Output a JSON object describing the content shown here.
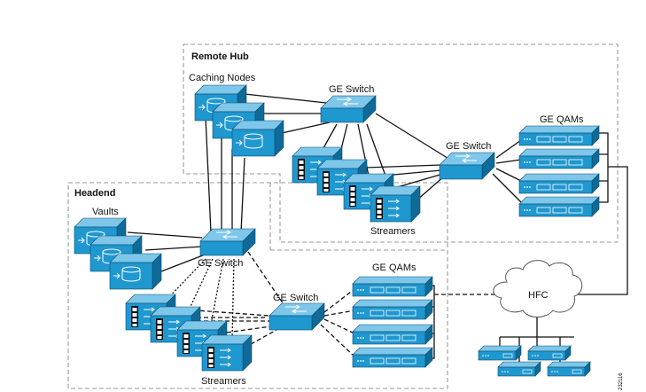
{
  "zones": {
    "remote_hub": "Remote Hub",
    "headend": "Headend"
  },
  "labels": {
    "caching_nodes": "Caching Nodes",
    "ge_switch_remote_top": "GE Switch",
    "ge_switch_remote_mid": "GE Switch",
    "ge_qams_remote": "GE QAMs",
    "streamers_remote": "Streamers",
    "vaults": "Vaults",
    "ge_switch_headend_top": "GE Switch",
    "ge_switch_headend_mid": "GE Switch",
    "ge_qams_headend": "GE QAMs",
    "streamers_headend": "Streamers",
    "hfc": "HFC",
    "figure_id": "232116"
  },
  "colors": {
    "device_face": "#1f97cf",
    "device_top": "#7ec7ea",
    "device_side": "#0f6a98",
    "zone_border": "#777777",
    "link": "#111111"
  },
  "icons": {
    "storage": "storage-node-icon",
    "switch": "ge-switch-icon",
    "streamer": "video-streamer-icon",
    "qam": "qam-modulator-icon",
    "cloud": "hfc-cloud-icon",
    "set_top": "set-top-box-icon"
  }
}
